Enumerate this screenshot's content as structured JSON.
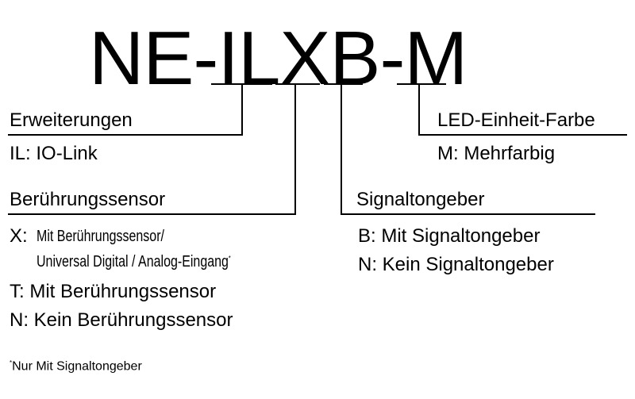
{
  "model_code": {
    "prefix": "NE-",
    "il": "IL",
    "x": "X",
    "b": "B",
    "dash": "-",
    "m": "M"
  },
  "groups": {
    "erweiterungen": {
      "heading": "Erweiterungen",
      "options": [
        "IL: IO-Link"
      ]
    },
    "led": {
      "heading": "LED-Einheit-Farbe",
      "options": [
        "M: Mehrfarbig"
      ]
    },
    "sensor": {
      "heading": "Berührungssensor",
      "x_key": "X: ",
      "x_text_1": "Mit Berührungssensor/",
      "x_text_2": "Universal Digital / Analog-Eingang",
      "x_mark": "*",
      "options": [
        "T: Mit Berührungssensor",
        "N: Kein Berührungssensor"
      ]
    },
    "signal": {
      "heading": "Signaltongeber",
      "options": [
        "B: Mit Signaltongeber",
        "N: Kein Signaltongeber"
      ]
    }
  },
  "footnote": {
    "mark": "*",
    "text": "Nur Mit Signaltongeber"
  },
  "colors": {
    "text": "#000000",
    "lines": "#000000",
    "background": "#ffffff"
  }
}
